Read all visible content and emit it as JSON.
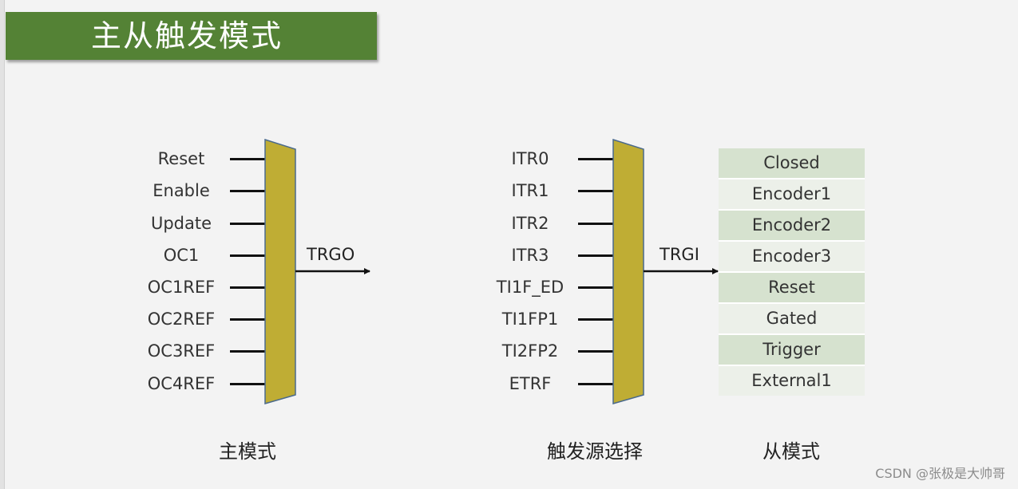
{
  "title": "主从触发模式",
  "master": {
    "inputs": [
      "Reset",
      "Enable",
      "Update",
      "OC1",
      "OC1REF",
      "OC2REF",
      "OC3REF",
      "OC4REF"
    ],
    "output": "TRGO",
    "caption": "主模式"
  },
  "trigger_select": {
    "inputs": [
      "ITR0",
      "ITR1",
      "ITR2",
      "ITR3",
      "TI1F_ED",
      "TI1FP1",
      "TI2FP2",
      "ETRF"
    ],
    "output": "TRGI",
    "caption": "触发源选择"
  },
  "slave": {
    "modes": [
      "Closed",
      "Encoder1",
      "Encoder2",
      "Encoder3",
      "Reset",
      "Gated",
      "Trigger",
      "External1"
    ],
    "caption": "从模式"
  },
  "watermark": "CSDN @张极是大帅哥",
  "colors": {
    "banner": "#548235",
    "mux_fill": "#bfad34",
    "mux_stroke": "#4a6a8c",
    "row_dark": "#d6e2cf",
    "row_light": "#ecf0e9"
  }
}
